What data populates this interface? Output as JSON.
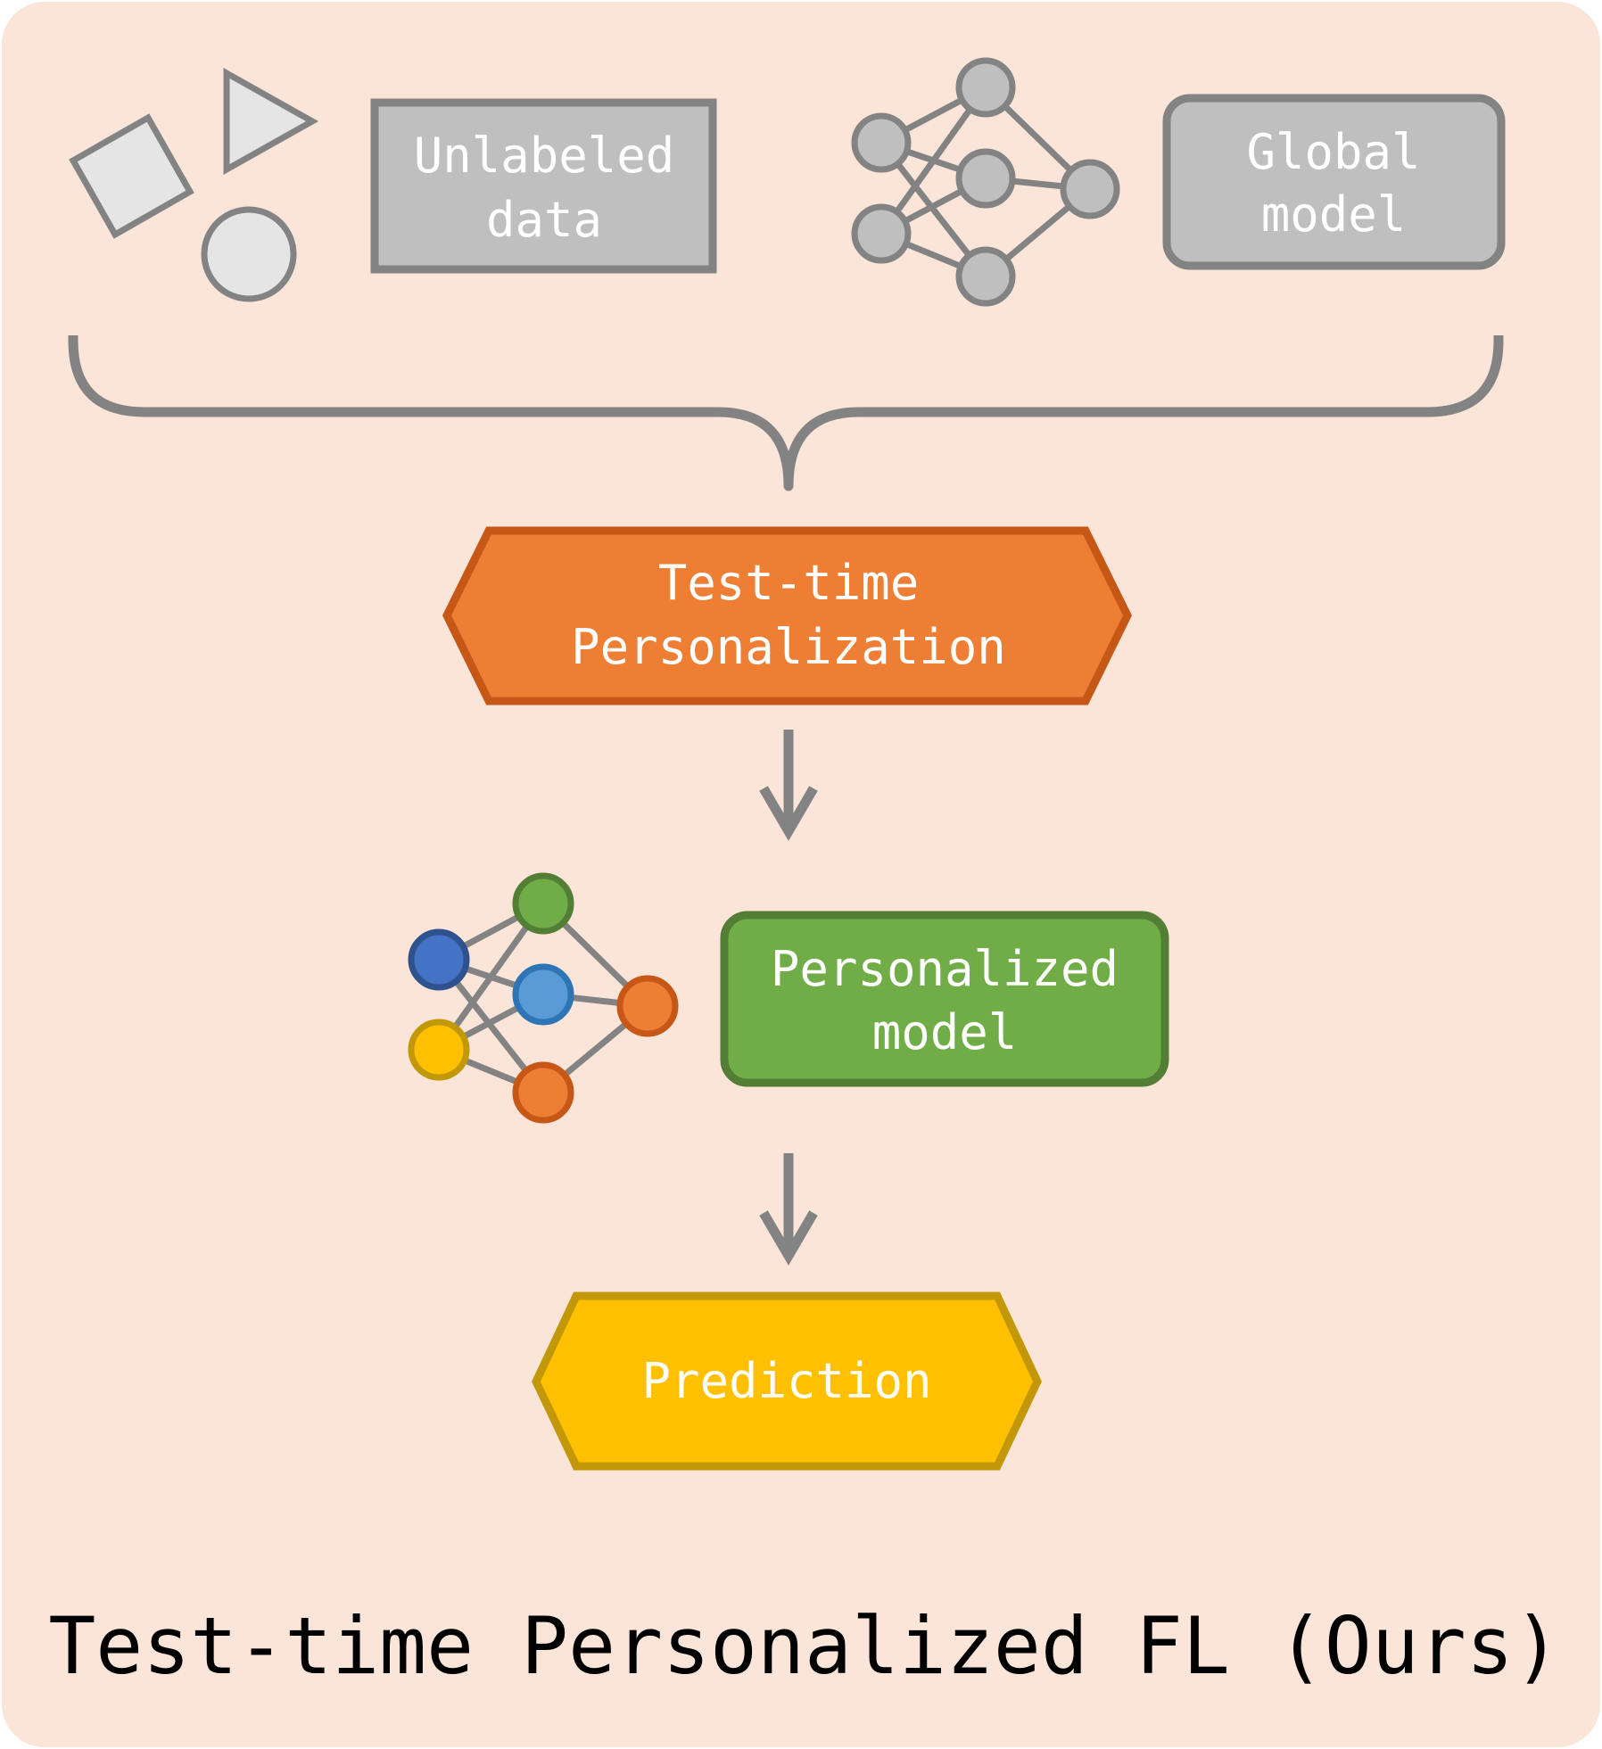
{
  "colors": {
    "panel_bg": "#fae5d8",
    "gray_fill": "#bfbfbf",
    "gray_stroke": "#838383",
    "shape_fill": "#e5e5e5",
    "orange_fill": "#ed7e33",
    "orange_stroke": "#c75717",
    "green_fill": "#70ad47",
    "green_stroke": "#537e35",
    "yellow_fill": "#fec000",
    "yellow_stroke": "#c29808",
    "blue_dark": "#4472c4",
    "blue_light": "#5b9bd5"
  },
  "inputs": {
    "unlabeled_data": {
      "line1": "Unlabeled",
      "line2": "data"
    },
    "global_model": {
      "line1": "Global",
      "line2": "model"
    }
  },
  "process": {
    "line1": "Test-time",
    "line2": "Personalization"
  },
  "personalized_model": {
    "line1": "Personalized",
    "line2": "model"
  },
  "output": {
    "label": "Prediction"
  },
  "caption": "Test-time Personalized FL (Ours)",
  "icons": {
    "shapes": [
      "square-icon",
      "triangle-icon",
      "circle-icon"
    ],
    "networks": [
      "global-network-icon",
      "personalized-network-icon"
    ],
    "arrows": [
      "brace-merge",
      "down-arrow"
    ]
  }
}
